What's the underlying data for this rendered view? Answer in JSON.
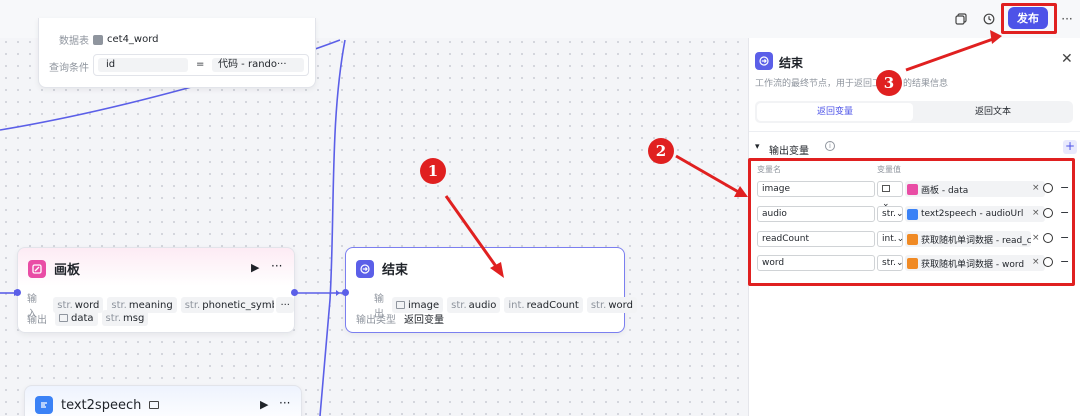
{
  "topbar": {
    "publish_label": "发布",
    "icons": [
      "copy-icon",
      "history-icon",
      "more-icon"
    ]
  },
  "db_node": {
    "db_label": "数据表",
    "db_value": "cet4_word",
    "cond_label": "查询条件",
    "cond_field": "id",
    "cond_op": "=",
    "cond_value": "代码 - rando···"
  },
  "canvas_node": {
    "title": "画板",
    "input_label": "输入",
    "inputs": [
      {
        "type": "str.",
        "name": "word"
      },
      {
        "type": "str.",
        "name": "meaning"
      },
      {
        "type": "str.",
        "name": "phonetic_symbo"
      }
    ],
    "output_label": "输出",
    "outputs": [
      {
        "type": "img",
        "name": "data"
      },
      {
        "type": "str.",
        "name": "msg"
      }
    ]
  },
  "end_node": {
    "title": "结束",
    "output_label": "输出",
    "outputs": [
      {
        "type": "img",
        "name": "image"
      },
      {
        "type": "str.",
        "name": "audio"
      },
      {
        "type": "int.",
        "name": "readCount"
      },
      {
        "type": "str.",
        "name": "word"
      }
    ],
    "output_type_label": "输出类型",
    "output_type_value": "返回变量"
  },
  "tts_node": {
    "title": "text2speech"
  },
  "panel": {
    "title": "结束",
    "desc": "工作流的最终节点，用于返回工作",
    "desc_tail": "的结果信息",
    "tabs": [
      "返回变量",
      "返回文本"
    ],
    "section_title": "输出变量",
    "col_name": "变量名",
    "col_value": "变量值",
    "rows": [
      {
        "name": "image",
        "type": "img",
        "ref": "画板 - data",
        "color": "#e94da5"
      },
      {
        "name": "audio",
        "type": "str.",
        "ref": "text2speech - audioUrl",
        "color": "#3b82f6"
      },
      {
        "name": "readCount",
        "type": "int.",
        "ref": "获取随机单词数据 - read_co···",
        "color": "#f08a24"
      },
      {
        "name": "word",
        "type": "str.",
        "ref": "获取随机单词数据 - word",
        "color": "#f08a24"
      }
    ]
  },
  "annotations": {
    "badge1": "1",
    "badge2": "2",
    "badge3": "3"
  }
}
